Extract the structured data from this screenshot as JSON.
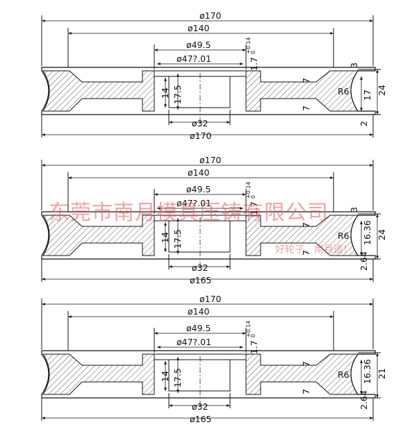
{
  "views": [
    {
      "d_top": "ø170",
      "d_140": "ø140",
      "d_495": "ø49.5",
      "d_47": "ø47?.01",
      "tol": "+0.14",
      "tol0": "0",
      "v_17": "1.7",
      "v_3": "3",
      "v_7a": "7",
      "v_7b": "7",
      "v_r6": "R6",
      "v_h": "17",
      "v_total": "24",
      "v_2": "2",
      "v_14": "14",
      "v_175": "17.5",
      "d_32": "ø32",
      "d_bottom": "ø170"
    },
    {
      "d_top": "ø170",
      "d_140": "ø140",
      "d_495": "ø49.5",
      "d_47": "ø47?.01",
      "tol": "+0.14",
      "tol0": "0",
      "v_17": "1.7",
      "v_3": "3",
      "v_7a": "7",
      "v_7b": "7",
      "v_r6": "R6",
      "v_h": "16.36",
      "v_total": "24",
      "v_2": "2.64",
      "v_14": "14",
      "v_175": "17.5",
      "d_32": "ø32",
      "d_bottom": "ø165"
    },
    {
      "d_top": "ø170",
      "d_140": "ø140",
      "d_495": "ø49.5",
      "d_47": "ø47?.01",
      "tol": "+0.14",
      "tol0": "0",
      "v_17": "1.7",
      "v_3": "",
      "v_7a": "7",
      "v_7b": "7",
      "v_r6": "R6",
      "v_h": "16.36",
      "v_total": "21",
      "v_2": "2.64",
      "v_14": "14",
      "v_175": "17.5",
      "d_32": "ø32",
      "d_bottom": "ø165"
    }
  ],
  "watermark": {
    "company": "东莞市南月模具压铸有限公司",
    "slogan": "好轮子，南月造!"
  },
  "colors": {
    "line": "#111111",
    "hatch": "#333333",
    "watermark": "#e25a5a"
  }
}
